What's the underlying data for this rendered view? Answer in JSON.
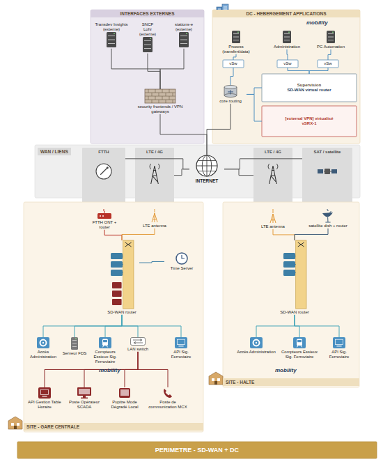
{
  "diagram": {
    "nodes": [
      {
        "text": [
          "INTERFACES EXTERNES"
        ]
      },
      {
        "text": [
          "Transdev Insights",
          "(externe)"
        ],
        "in": 0
      },
      {
        "text": [
          "SNCF",
          "Lohr",
          "(externe)"
        ],
        "in": 0
      },
      {
        "text": [
          "stations-e",
          "(externe)"
        ],
        "in": 0
      },
      {
        "text": [
          "security frontends / VPN gateways"
        ],
        "in": 0
      },
      {
        "text": [
          "DC - HEBERGEMENT APPLICATIONS"
        ]
      },
      {
        "text": [
          "Process (transfert/data)"
        ],
        "in": 5
      },
      {
        "text": [
          "Administration"
        ],
        "in": 5
      },
      {
        "text": [
          "PC Automation"
        ],
        "in": 5
      },
      {
        "text": [
          "vSw"
        ],
        "in": 5
      },
      {
        "text": [
          "vSw"
        ],
        "in": 5
      },
      {
        "text": [
          "vSw"
        ],
        "in": 5
      },
      {
        "text": [
          "core routing"
        ],
        "in": 5
      },
      {
        "text": [
          "Supervision",
          "SD-WAN virtual router"
        ],
        "in": 5
      },
      {
        "text": [
          "[external VPN] virtualisé",
          "vSRX-1"
        ],
        "in": 5
      },
      {
        "text": [
          "WAN / LIENS"
        ]
      },
      {
        "text": [
          "FTTH"
        ],
        "in": 15
      },
      {
        "text": [
          "LTE / 4G"
        ],
        "in": 15
      },
      {
        "text": [
          "INTERNET"
        ],
        "in": 15
      },
      {
        "text": [
          "LTE / 4G"
        ],
        "in": 15
      },
      {
        "text": [
          "SAT / satellite"
        ],
        "in": 15
      },
      {
        "text": [
          "SITE - GARE CENTRALE"
        ]
      },
      {
        "text": [
          "FTTH ONT + router"
        ],
        "in": 21
      },
      {
        "text": [
          "LTE antenna"
        ],
        "in": 21
      },
      {
        "text": [
          "SD-WAN router"
        ],
        "in": 21
      },
      {
        "text": [
          "Time Server"
        ],
        "in": 21
      },
      {
        "text": [
          "LAN switch"
        ],
        "in": 21
      },
      {
        "text": [
          "Accès Administration"
        ],
        "in": 21
      },
      {
        "text": [
          "Serveur FDS"
        ],
        "in": 21
      },
      {
        "text": [
          "Compteurs Essieux Sig. Ferroviaire"
        ],
        "in": 21
      },
      {
        "text": [
          "API Sig. Ferroviaire"
        ],
        "in": 21
      },
      {
        "text": [
          "API Gestion Table Horaire"
        ],
        "in": 21
      },
      {
        "text": [
          "Poste Opérateur SCADA"
        ],
        "in": 21
      },
      {
        "text": [
          "Pupitre Mode Dégradé Local"
        ],
        "in": 21
      },
      {
        "text": [
          "Poste de communication MCX"
        ],
        "in": 21
      },
      {
        "text": [
          "SITE - HALTE"
        ]
      },
      {
        "text": [
          "LTE antenna"
        ],
        "in": 35
      },
      {
        "text": [
          "satellite dish + router"
        ],
        "in": 35
      },
      {
        "text": [
          "SD-WAN router"
        ],
        "in": 35
      },
      {
        "text": [
          "Accès Administration"
        ],
        "in": 35
      },
      {
        "text": [
          "Compteurs Essieux Sig. Ferroviaire"
        ],
        "in": 35
      },
      {
        "text": [
          "API Sig. Ferroviaire"
        ],
        "in": 35
      },
      {
        "text": [
          "PERIMETRE - SD-WAN + DC"
        ]
      }
    ],
    "edges": [
      {
        "from": 1,
        "to": 4,
        "arrow": "none"
      },
      {
        "from": 2,
        "to": 4,
        "arrow": "none"
      },
      {
        "from": 3,
        "to": 4,
        "arrow": "none"
      },
      {
        "from": 4,
        "to": 18,
        "arrow": "none"
      },
      {
        "from": 6,
        "to": 9,
        "arrow": "none"
      },
      {
        "from": 7,
        "to": 10,
        "arrow": "none"
      },
      {
        "from": 8,
        "to": 11,
        "arrow": "none"
      },
      {
        "from": 9,
        "to": 12,
        "arrow": "none"
      },
      {
        "from": 10,
        "to": 13,
        "arrow": "none"
      },
      {
        "from": 11,
        "to": 13,
        "arrow": "none"
      },
      {
        "from": 12,
        "to": 13,
        "arrow": "none"
      },
      {
        "from": 12,
        "to": 14,
        "arrow": "none"
      },
      {
        "from": 12,
        "to": 18,
        "arrow": "none"
      },
      {
        "from": 16,
        "to": 18,
        "arrow": "none"
      },
      {
        "from": 17,
        "to": 18,
        "arrow": "none"
      },
      {
        "from": 19,
        "to": 18,
        "arrow": "none"
      },
      {
        "from": 20,
        "to": 18,
        "arrow": "none"
      },
      {
        "from": 16,
        "to": 22,
        "arrow": "none"
      },
      {
        "from": 17,
        "to": 23,
        "arrow": "none"
      },
      {
        "from": 22,
        "to": 24,
        "arrow": "none"
      },
      {
        "from": 23,
        "to": 24,
        "arrow": "none"
      },
      {
        "from": 25,
        "to": 24,
        "arrow": "none"
      },
      {
        "from": 24,
        "to": 27,
        "arrow": "none"
      },
      {
        "from": 24,
        "to": 28,
        "arrow": "none"
      },
      {
        "from": 24,
        "to": 29,
        "arrow": "none"
      },
      {
        "from": 24,
        "to": 26,
        "arrow": "none"
      },
      {
        "from": 24,
        "to": 30,
        "arrow": "none"
      },
      {
        "from": 26,
        "to": 31,
        "arrow": "none"
      },
      {
        "from": 26,
        "to": 32,
        "arrow": "none"
      },
      {
        "from": 26,
        "to": 33,
        "arrow": "none"
      },
      {
        "from": 26,
        "to": 34,
        "arrow": "none"
      },
      {
        "from": 19,
        "to": 36,
        "arrow": "none"
      },
      {
        "from": 20,
        "to": 37,
        "arrow": "none"
      },
      {
        "from": 36,
        "to": 38,
        "arrow": "none"
      },
      {
        "from": 37,
        "to": 38,
        "arrow": "none"
      },
      {
        "from": 38,
        "to": 39,
        "arrow": "none"
      },
      {
        "from": 38,
        "to": 40,
        "arrow": "none"
      },
      {
        "from": 38,
        "to": 41,
        "arrow": "none"
      }
    ],
    "labels": [
      "mobility",
      "mobility",
      "mobility"
    ]
  }
}
